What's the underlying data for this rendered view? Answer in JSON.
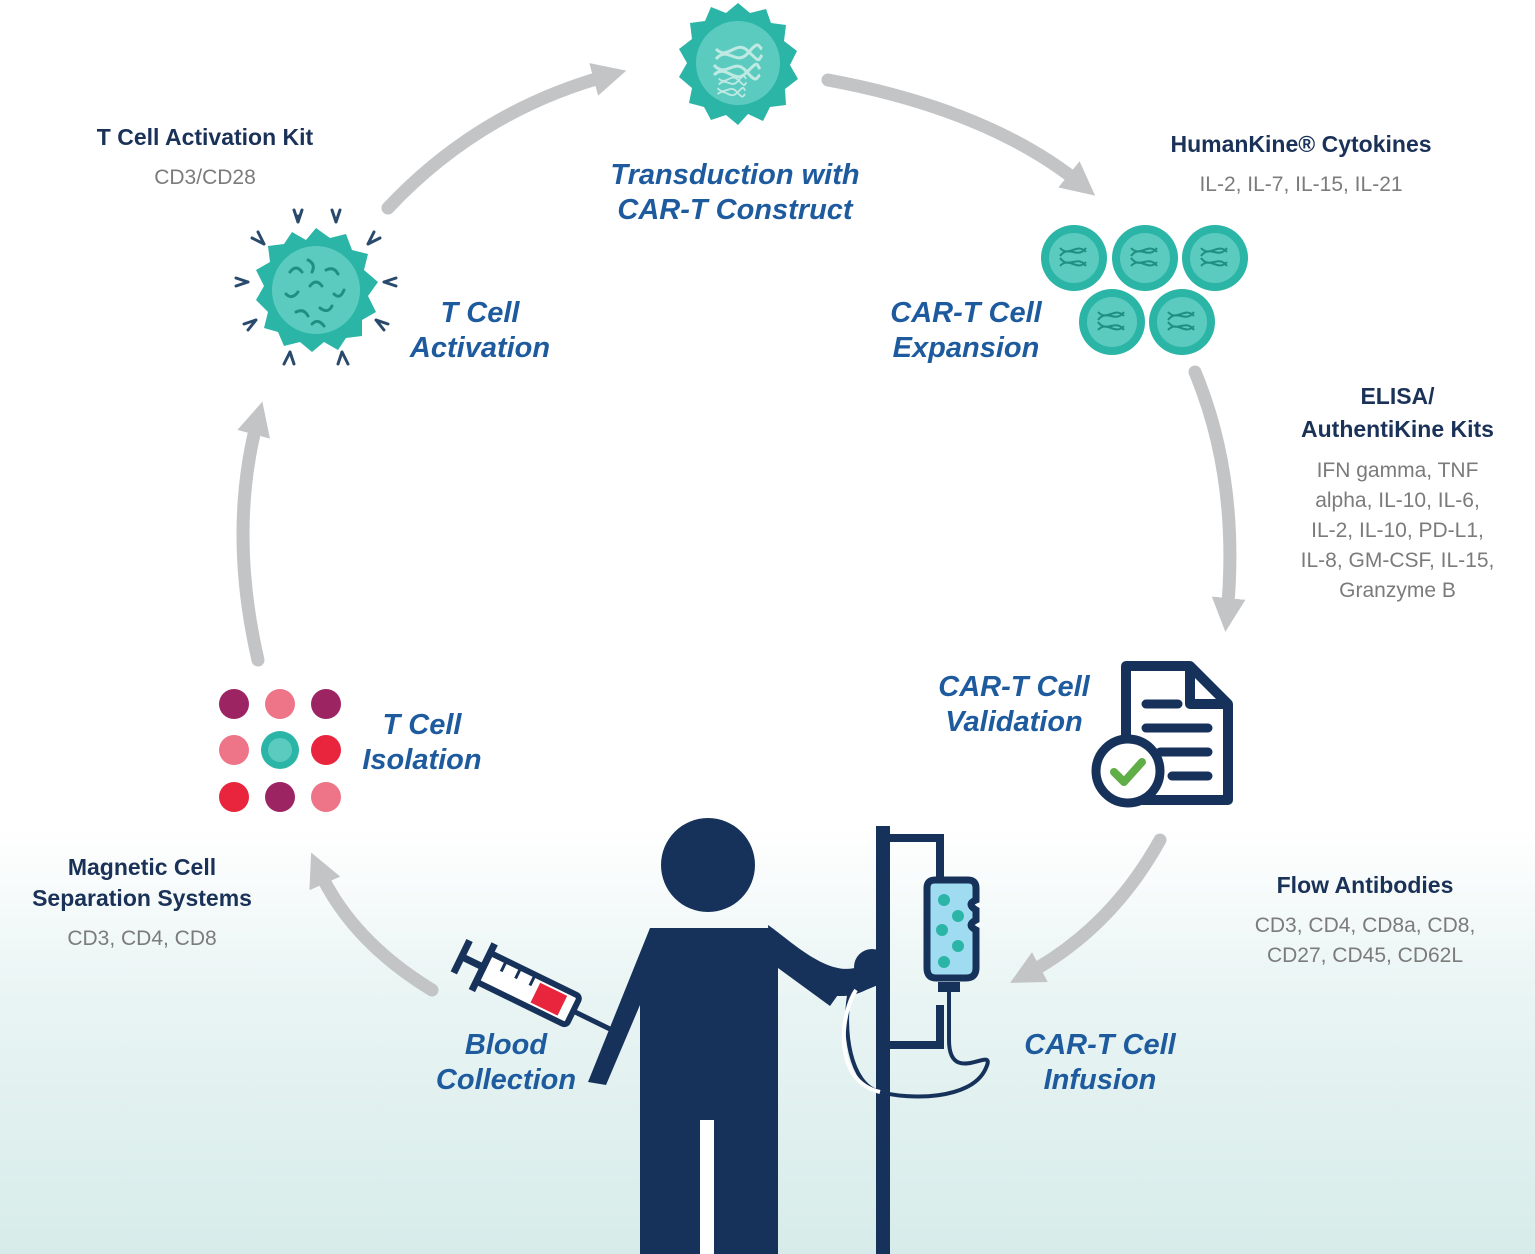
{
  "steps": {
    "transduction": "Transduction with\nCAR-T Construct",
    "activation": "T Cell\nActivation",
    "expansion": "CAR-T Cell\nExpansion",
    "validation": "CAR-T Cell\nValidation",
    "isolation": "T Cell\nIsolation",
    "blood_collection": "Blood\nCollection",
    "infusion": "CAR-T Cell\nInfusion"
  },
  "products": {
    "activation_kit": {
      "title": "T Cell Activation Kit",
      "items": "CD3/CD28"
    },
    "cytokines": {
      "title": "HumanKine® Cytokines",
      "items": "IL-2, IL-7, IL-15, IL-21"
    },
    "elisa": {
      "title": "ELISA/\nAuthentiKine Kits",
      "items": "IFN gamma, TNF\nalpha, IL-10, IL-6,\nIL-2, IL-10, PD-L1,\nIL-8, GM-CSF, IL-15,\nGranzyme B"
    },
    "magnetic": {
      "title": "Magnetic Cell\nSeparation Systems",
      "items": "CD3, CD4, CD8"
    },
    "flow": {
      "title": "Flow Antibodies",
      "items": "CD3, CD4, CD8a, CD8,\nCD27, CD45, CD62L"
    }
  },
  "colors": {
    "navy": "#17325a",
    "teal": "#2bb5a6",
    "step_blue": "#1e5b9e",
    "arrow_gray": "#c3c4c6",
    "plum": "#9c2463",
    "pink": "#ee7488",
    "red": "#e8253c",
    "check_green": "#5fae48"
  }
}
